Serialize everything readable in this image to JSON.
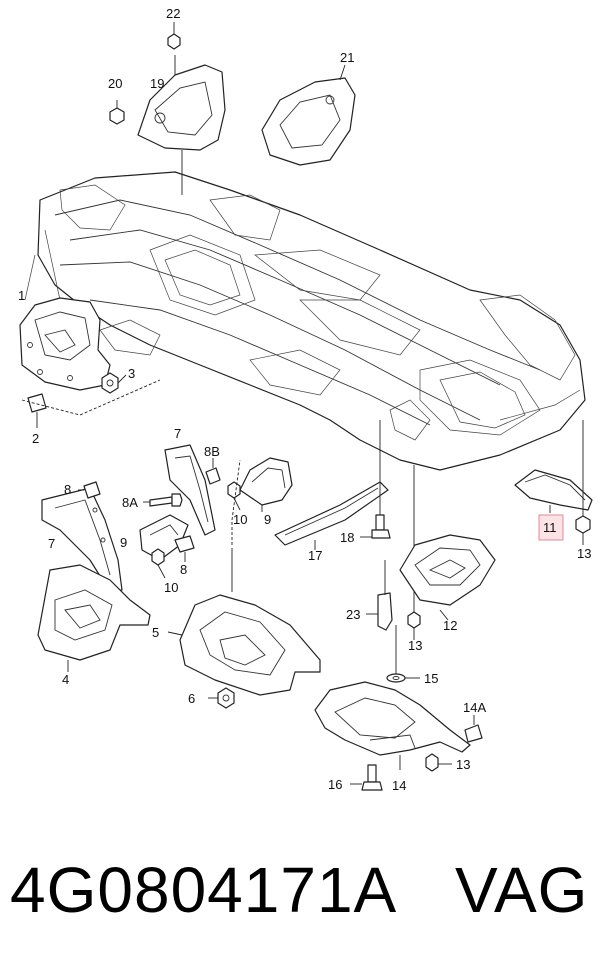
{
  "callouts": {
    "c1": "1",
    "c2": "2",
    "c3": "3",
    "c4": "4",
    "c5": "5",
    "c6": "6",
    "c7a": "7",
    "c7b": "7",
    "c8a": "8",
    "c8b": "8",
    "c8A": "8A",
    "c8B": "8B",
    "c9a": "9",
    "c9b": "9",
    "c10a": "10",
    "c10b": "10",
    "c11": "11",
    "c12": "12",
    "c13a": "13",
    "c13b": "13",
    "c13c": "13",
    "c14": "14",
    "c14A": "14A",
    "c15": "15",
    "c16": "16",
    "c17": "17",
    "c18": "18",
    "c19": "19",
    "c20": "20",
    "c21": "21",
    "c22": "22",
    "c23": "23"
  },
  "highlight": "11",
  "footer": {
    "part_number": "4G0804171A",
    "brand": "VAG"
  }
}
